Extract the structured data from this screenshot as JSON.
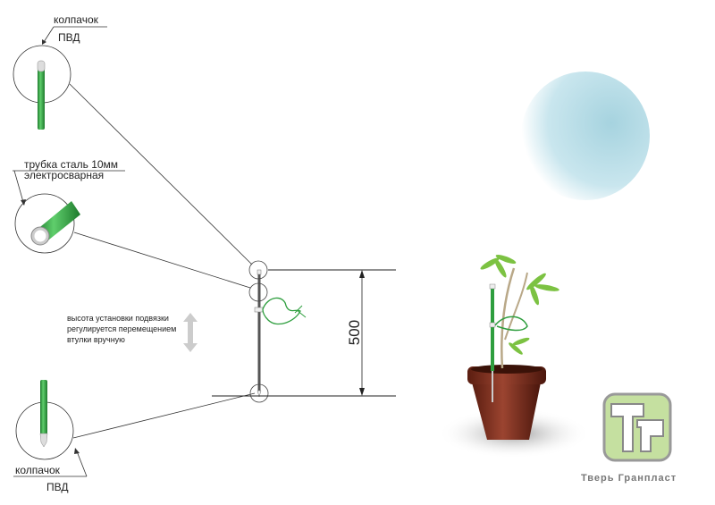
{
  "callouts": {
    "top_cap": {
      "line1": "колпачок",
      "line2": "ПВД"
    },
    "tube": {
      "line1": "трубка сталь 10мм",
      "line2": "электросварная"
    },
    "bottom_cap": {
      "line1": "колпачок",
      "line2": "ПВД"
    }
  },
  "note": {
    "line1": "высота установки подвязки",
    "line2": "регулируется перемещением",
    "line3": "втулки вручную"
  },
  "dimension": {
    "value": "500"
  },
  "logo": {
    "company": "Тверь Гранпласт",
    "monogram": "ТГ"
  },
  "colors": {
    "green": "#2e9e3e",
    "logo_green": "#c5e0a0",
    "pot": "#7a2a1a",
    "blob": "#a8d4e0"
  }
}
